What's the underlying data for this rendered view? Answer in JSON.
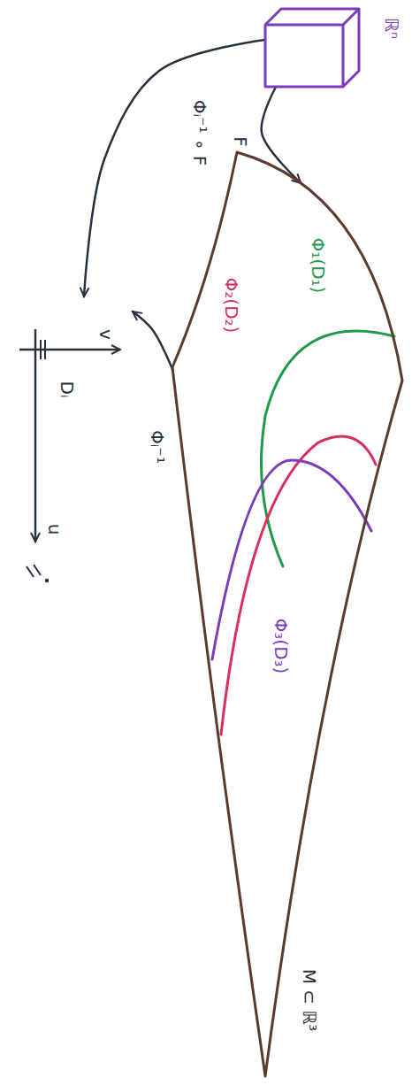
{
  "diagram": {
    "nodes": [
      {
        "text": [
          "ℝⁿ"
        ]
      },
      {
        "text": [
          "M ⊂ ℝ³"
        ]
      },
      {
        "text": [
          "Dᵢ"
        ]
      }
    ],
    "edges": [
      {
        "from": 0,
        "to": 1,
        "arrow": "to",
        "label": "F"
      },
      {
        "from": 0,
        "to": 2,
        "arrow": "to",
        "label": "Φᵢ⁻¹ ∘ F"
      },
      {
        "from": 1,
        "to": 2,
        "arrow": "to",
        "label": "Φᵢ⁻¹"
      }
    ],
    "labels": [
      "Φ₁(D₁)",
      "Φ₂(D₂)",
      "Φ₃(D₃)",
      "v",
      "u"
    ]
  }
}
